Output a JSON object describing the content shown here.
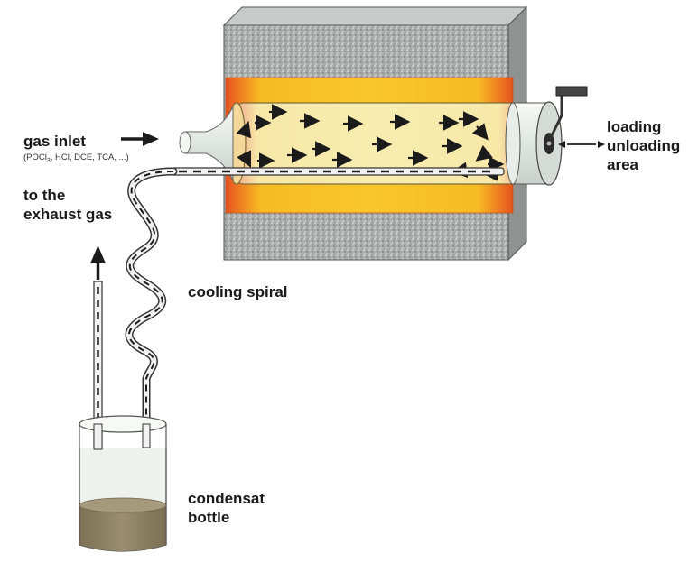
{
  "labels": {
    "gas_inlet": "gas inlet",
    "gas_inlet_sub_pre": "(POCl",
    "gas_inlet_sub_sub": "3",
    "gas_inlet_sub_post": ", HCl, DCE, TCA, ...)",
    "exhaust_line1": "to the",
    "exhaust_line2": "exhaust gas",
    "loading_line1": "loading",
    "loading_line2": "unloading",
    "loading_line3": "area",
    "cooling": "cooling spiral",
    "condensat_line1": "condensat",
    "condensat_line2": "bottle"
  },
  "colors": {
    "insulation": "#a9adab",
    "furnace_hot": "#f6b21d",
    "tube_glass": "#e9f0ea",
    "condensate": "#8c7f62",
    "arrow": "#1b1b1b"
  }
}
